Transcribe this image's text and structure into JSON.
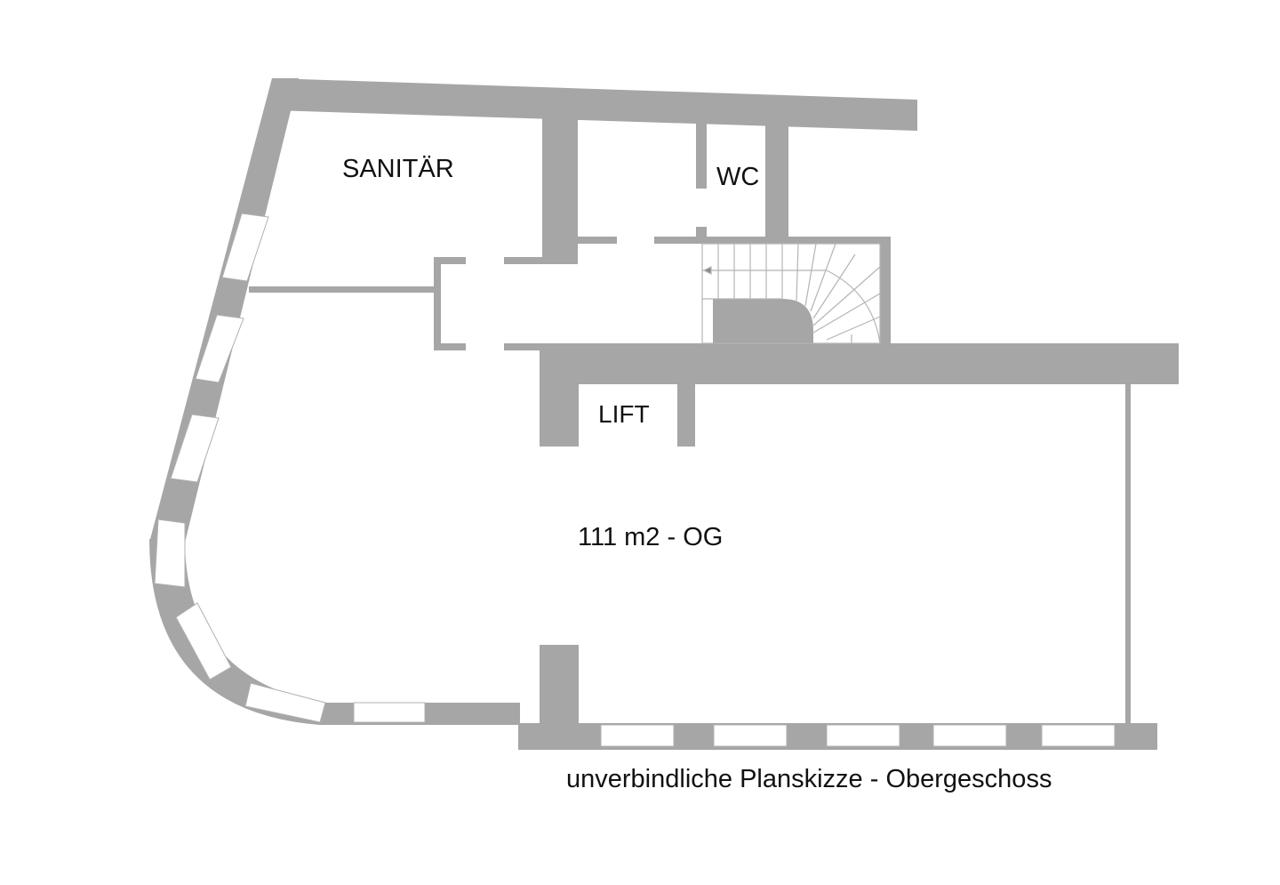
{
  "colors": {
    "wall": "#a6a6a6",
    "window_frame": "#ffffff",
    "text": "#111111",
    "background": "#ffffff"
  },
  "rooms": {
    "sanitaer": "SANITÄR",
    "wc": "WC",
    "lift": "LIFT",
    "main_area": "111 m2 - OG"
  },
  "caption": "unverbindliche Planskizze - Obergeschoss"
}
